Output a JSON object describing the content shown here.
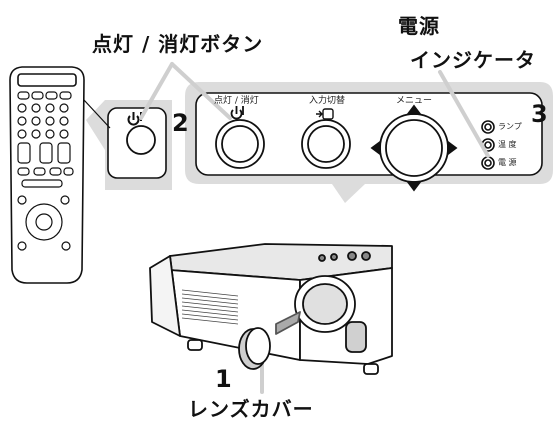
{
  "labels": {
    "power_button_callout": "点灯 / 消灯ボタン",
    "power_indicator_callout_line1": "電源",
    "power_indicator_callout_line2": "インジケータ",
    "lens_cover_callout": "レンズカバー"
  },
  "steps": {
    "step1": "1",
    "step2": "2",
    "step3": "3"
  },
  "control_panel": {
    "power_label": "点灯 / 消灯",
    "input_label": "入力切替",
    "menu_label": "メニュー"
  },
  "indicators": {
    "lamp": "ランプ",
    "temp": "温 度",
    "power": "電 源"
  },
  "colors": {
    "callout_bubble": "#dcdcdc",
    "line_art": "#111111",
    "leader_line": "#bdbdbd"
  }
}
